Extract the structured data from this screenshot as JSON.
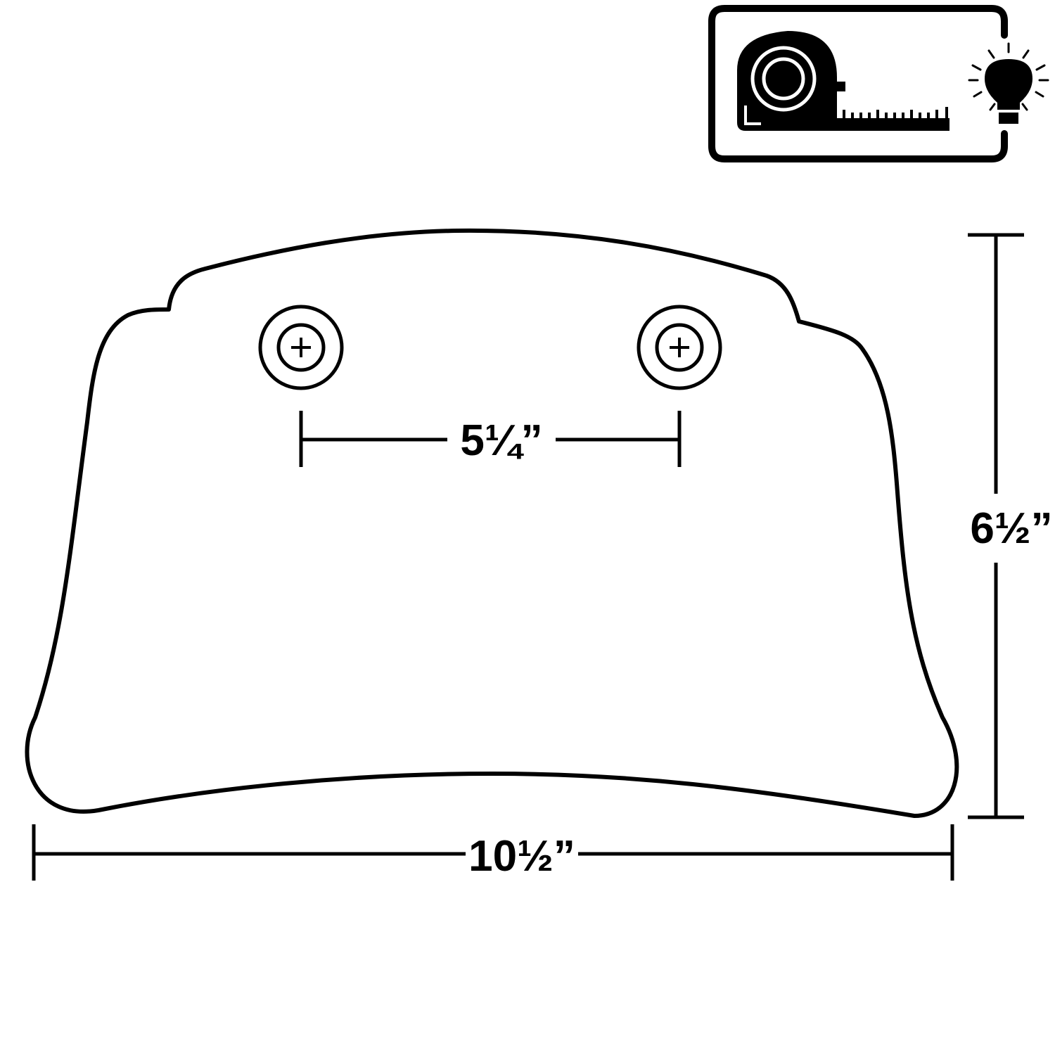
{
  "colors": {
    "line": "#000000",
    "background": "#ffffff"
  },
  "icons": {
    "badge": [
      "tape-measure-icon",
      "light-bulb-icon"
    ]
  },
  "dimensions": {
    "hole_spacing": "5¼”",
    "height": "6½”",
    "width": "10½”"
  }
}
